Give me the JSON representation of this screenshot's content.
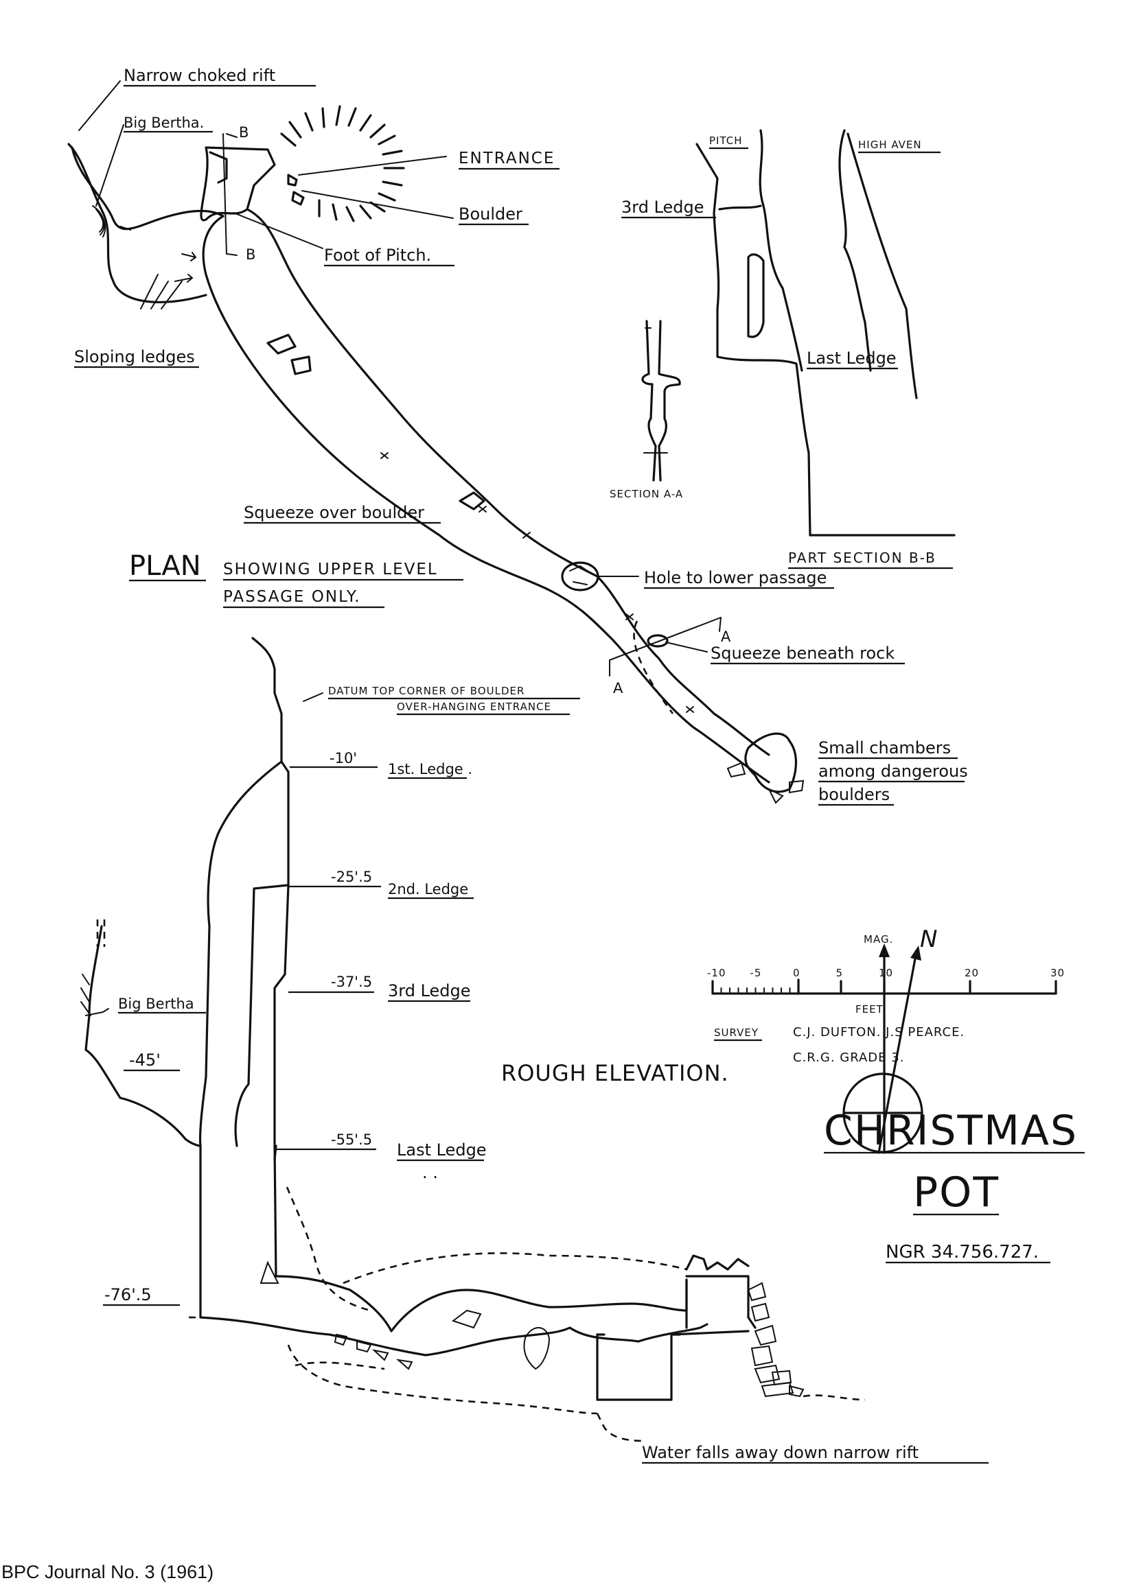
{
  "plan": {
    "title": "PLAN",
    "subtitle_1": "SHOWING UPPER LEVEL",
    "subtitle_2": "PASSAGE ONLY.",
    "labels": {
      "narrow_choked_rift": "Narrow choked rift",
      "big_bertha": "Big Bertha.",
      "entrance": "ENTRANCE",
      "boulder": "Boulder",
      "foot_of_pitch": "Foot of Pitch.",
      "sloping_ledges": "Sloping ledges",
      "squeeze_over_boulder": "Squeeze over boulder",
      "hole_to_lower_passage": "Hole to lower passage",
      "squeeze_beneath_rock": "Squeeze beneath rock",
      "small_chambers_1": "Small chambers",
      "small_chambers_2": "among dangerous",
      "small_chambers_3": "boulders",
      "marker_b": "B",
      "marker_a": "A"
    }
  },
  "section_aa": {
    "title": "SECTION A-A"
  },
  "section_bb": {
    "title": "PART SECTION B-B",
    "pitch": "PITCH",
    "high_aven": "HIGH AVEN",
    "third_ledge": "3rd Ledge",
    "last_ledge": "Last Ledge"
  },
  "elevation": {
    "title": "ROUGH ELEVATION.",
    "datum_1": "DATUM  TOP CORNER OF BOULDER",
    "datum_2": "OVER-HANGING ENTRANCE",
    "big_bertha": "Big Bertha",
    "water": "Water falls away down narrow rift",
    "depths": [
      {
        "depth": "-10'",
        "label": "1st. Ledge ."
      },
      {
        "depth": "-25'.5",
        "label": "2nd. Ledge"
      },
      {
        "depth": "-37'.5",
        "label": "3rd Ledge"
      },
      {
        "depth": "-55'.5",
        "label": "Last Ledge"
      }
    ],
    "depth_45": "-45'",
    "depth_765": "-76'.5"
  },
  "north": {
    "mag": "MAG.",
    "true": "N"
  },
  "scale": {
    "ticks": [
      "-10",
      "-5",
      "0",
      "5",
      "10",
      "20",
      "30"
    ],
    "unit": "FEET."
  },
  "credits": {
    "survey_label": "SURVEY",
    "surveyors": "C.J. DUFTON.  J.S PEARCE.",
    "grade": "C.R.G. GRADE 3."
  },
  "cave": {
    "name_1": "CHRISTMAS",
    "name_2": "POT",
    "ngr": "NGR 34.756.727."
  },
  "footer": "BPC Journal No. 3 (1961)"
}
